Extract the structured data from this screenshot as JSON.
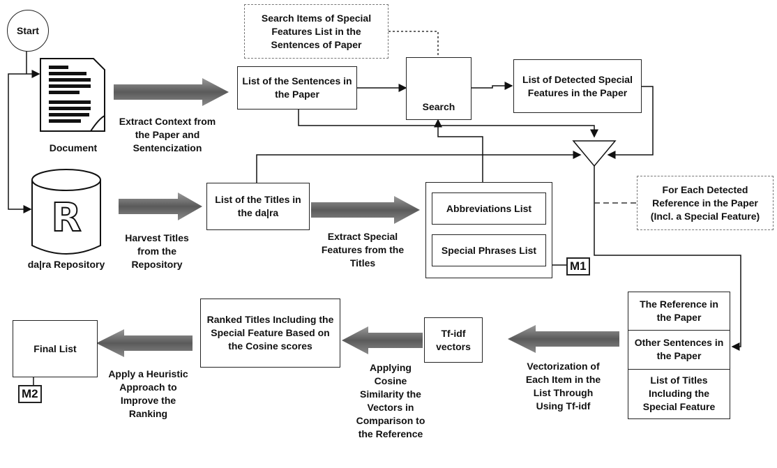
{
  "nodes": {
    "start": "Start",
    "document": "Document",
    "repository": "da|ra Repository",
    "repository_glyph": "R",
    "sentences": "List of the Sentences in the Paper",
    "search_items": "Search Items of Special Features List in the Sentences of Paper",
    "search": "Search",
    "detected": "List of Detected Special Features in the Paper",
    "for_each": "For Each Detected Reference in the Paper (Incl. a Special Feature)",
    "titles": "List of the Titles in the da|ra",
    "abbreviations": "Abbreviations List",
    "special_phrases": "Special Phrases List",
    "m1": "M1",
    "reference": "The Reference in the Paper",
    "other_sentences": "Other Sentences in the Paper",
    "list_titles": "List of Titles Including the Special Feature",
    "tfidf": "Tf-idf vectors",
    "ranked": "Ranked Titles Including the Special Feature Based on the Cosine scores",
    "final": "Final List",
    "m2": "M2"
  },
  "edges": {
    "extract_context": "Extract Context from the Paper and Sentencization",
    "harvest": "Harvest Titles from the Repository",
    "extract_features": "Extract Special Features from the Titles",
    "vectorization": "Vectorization of Each Item in the List Through Using Tf-idf",
    "cosine": "Applying Cosine Similarity the Vectors in Comparison to the Reference",
    "heuristic": "Apply a Heuristic Approach to Improve the Ranking"
  }
}
